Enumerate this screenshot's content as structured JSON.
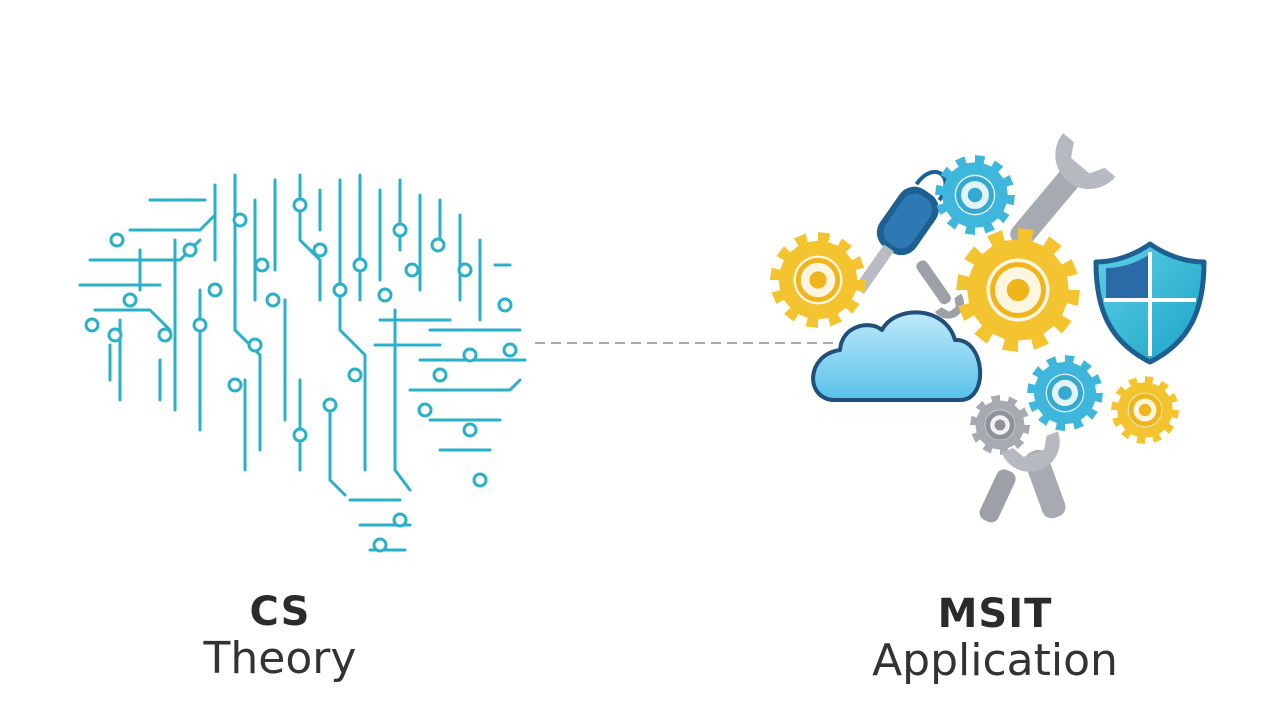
{
  "left": {
    "title": "CS",
    "subtitle": "Theory",
    "icon": "circuit-brain-icon",
    "color": "#2ab0c8"
  },
  "right": {
    "title": "MSIT",
    "subtitle": "Application",
    "icons": [
      "gear-icon",
      "wrench-icon",
      "cloud-icon",
      "shield-icon",
      "screwdriver-icon"
    ],
    "colors": {
      "yellow": "#f4c430",
      "cyan": "#3fb7dc",
      "gray": "#a7aab0",
      "navy": "#1e5f92",
      "cloud": "#7fd0ef"
    }
  },
  "connector": {
    "color": "#a9a9a9",
    "style": "dashed"
  }
}
